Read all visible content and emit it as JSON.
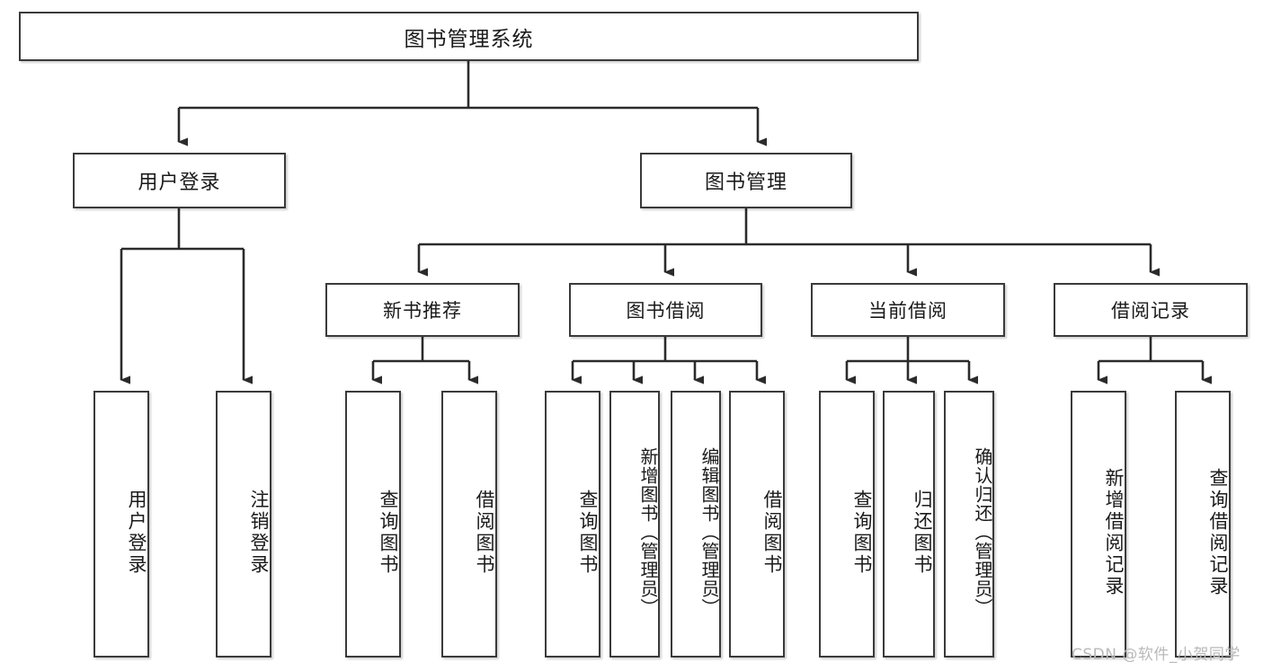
{
  "diagram": {
    "title": "图书管理系统",
    "type": "tree-hierarchy-chart",
    "watermark": "CSDN @软件_小贺同学",
    "colors": {
      "box_border": "#3a3a3a",
      "box_fill": "#ffffff",
      "edge": "#2b2b2b",
      "text": "#1a1a1a",
      "watermark": "#b9b9b9",
      "background": "#ffffff"
    },
    "root": {
      "id": "root",
      "label": "图书管理系统"
    },
    "level1": [
      {
        "id": "user-login",
        "label": "用户登录"
      },
      {
        "id": "book-manage",
        "label": "图书管理"
      }
    ],
    "level2": [
      {
        "id": "new-book-rec",
        "label": "新书推荐"
      },
      {
        "id": "book-borrow",
        "label": "图书借阅"
      },
      {
        "id": "current-borrow",
        "label": "当前借阅"
      },
      {
        "id": "borrow-record",
        "label": "借阅记录"
      }
    ],
    "leaves": {
      "user_login": [
        {
          "id": "leaf-user-login",
          "label": "用户登录"
        },
        {
          "id": "leaf-logout-login",
          "label": "注销登录"
        }
      ],
      "new_book_rec": [
        {
          "id": "leaf-query-book-1",
          "label": "查询图书"
        },
        {
          "id": "leaf-borrow-book-1",
          "label": "借阅图书"
        }
      ],
      "book_borrow": [
        {
          "id": "leaf-query-book-2",
          "label": "查询图书"
        },
        {
          "id": "leaf-add-book",
          "label": "新增图书（管理员）"
        },
        {
          "id": "leaf-edit-book",
          "label": "编辑图书（管理员）"
        },
        {
          "id": "leaf-borrow-book-2",
          "label": "借阅图书"
        }
      ],
      "current_borrow": [
        {
          "id": "leaf-query-book-3",
          "label": "查询图书"
        },
        {
          "id": "leaf-return-book",
          "label": "归还图书"
        },
        {
          "id": "leaf-confirm-return",
          "label": "确认归还（管理员）"
        }
      ],
      "borrow_record": [
        {
          "id": "leaf-add-record",
          "label": "新增借阅记录"
        },
        {
          "id": "leaf-query-record",
          "label": "查询借阅记录"
        }
      ]
    }
  }
}
